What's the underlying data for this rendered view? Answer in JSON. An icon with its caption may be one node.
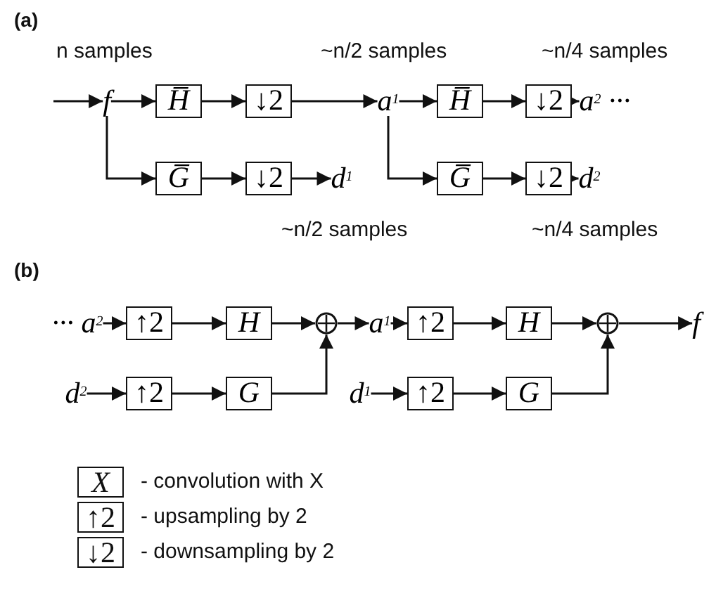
{
  "diagram": {
    "nodes": [
      {
        "text": [
          "f"
        ]
      },
      {
        "text": [
          "H̅"
        ]
      },
      {
        "text": [
          "↓2"
        ]
      },
      {
        "text": [
          "a$^{1}$"
        ]
      },
      {
        "text": [
          "H̅"
        ]
      },
      {
        "text": [
          "↓2"
        ]
      },
      {
        "text": [
          "a$^{2}$ ···"
        ]
      },
      {
        "text": [
          "G̅"
        ]
      },
      {
        "text": [
          "↓2"
        ]
      },
      {
        "text": [
          "d$^{1}$"
        ]
      },
      {
        "text": [
          "G̅"
        ]
      },
      {
        "text": [
          "↓2"
        ]
      },
      {
        "text": [
          "d$^{2}$"
        ]
      },
      {
        "text": [
          "··· a$^{2}$"
        ]
      },
      {
        "text": [
          "↑2"
        ]
      },
      {
        "text": [
          "H"
        ]
      },
      {
        "text": [],
        "shape": "circle"
      },
      {
        "text": [
          "a$^{1}$"
        ]
      },
      {
        "text": [
          "↑2"
        ]
      },
      {
        "text": [
          "H"
        ]
      },
      {
        "text": [],
        "shape": "circle"
      },
      {
        "text": [
          "f"
        ]
      },
      {
        "text": [
          "d$^{2}$"
        ]
      },
      {
        "text": [
          "↑2"
        ]
      },
      {
        "text": [
          "G"
        ]
      },
      {
        "text": [
          "d$^{1}$"
        ]
      },
      {
        "text": [
          "↑2"
        ]
      },
      {
        "text": [
          "G"
        ]
      }
    ],
    "edges": [
      {
        "from": null,
        "to": 0,
        "arrow": "to"
      },
      {
        "from": 0,
        "to": 1,
        "arrow": "to"
      },
      {
        "from": 1,
        "to": 2,
        "arrow": "to"
      },
      {
        "from": 2,
        "to": 3,
        "arrow": "to"
      },
      {
        "from": 3,
        "to": 4,
        "arrow": "to"
      },
      {
        "from": 4,
        "to": 5,
        "arrow": "to"
      },
      {
        "from": 5,
        "to": 6,
        "arrow": "to"
      },
      {
        "from": 0,
        "to": 7,
        "arrow": "to"
      },
      {
        "from": 7,
        "to": 8,
        "arrow": "to"
      },
      {
        "from": 8,
        "to": 9,
        "arrow": "to"
      },
      {
        "from": 3,
        "to": 10,
        "arrow": "to"
      },
      {
        "from": 10,
        "to": 11,
        "arrow": "to"
      },
      {
        "from": 11,
        "to": 12,
        "arrow": "to"
      },
      {
        "from": 13,
        "to": 14,
        "arrow": "to"
      },
      {
        "from": 14,
        "to": 15,
        "arrow": "to"
      },
      {
        "from": 15,
        "to": 16,
        "arrow": "to"
      },
      {
        "from": 16,
        "to": 17,
        "arrow": "to"
      },
      {
        "from": 17,
        "to": 18,
        "arrow": "to"
      },
      {
        "from": 18,
        "to": 19,
        "arrow": "to"
      },
      {
        "from": 19,
        "to": 20,
        "arrow": "to"
      },
      {
        "from": 20,
        "to": 21,
        "arrow": "to"
      },
      {
        "from": 22,
        "to": 23,
        "arrow": "to"
      },
      {
        "from": 23,
        "to": 24,
        "arrow": "to"
      },
      {
        "from": 24,
        "to": 16,
        "arrow": "to"
      },
      {
        "from": 25,
        "to": 26,
        "arrow": "to"
      },
      {
        "from": 26,
        "to": 27,
        "arrow": "to"
      },
      {
        "from": 27,
        "to": 20,
        "arrow": "to"
      }
    ],
    "labels": [
      "(a)",
      "n samples",
      "~n/2 samples",
      "~n/4 samples",
      "~n/2 samples",
      "~n/4 samples",
      "(b)",
      "X",
      "↑2",
      "↓2"
    ],
    "legend": [
      {
        "text": "- convolution with X"
      },
      {
        "text": "- upsampling by 2"
      },
      {
        "text": "- downsampling by 2"
      }
    ]
  }
}
